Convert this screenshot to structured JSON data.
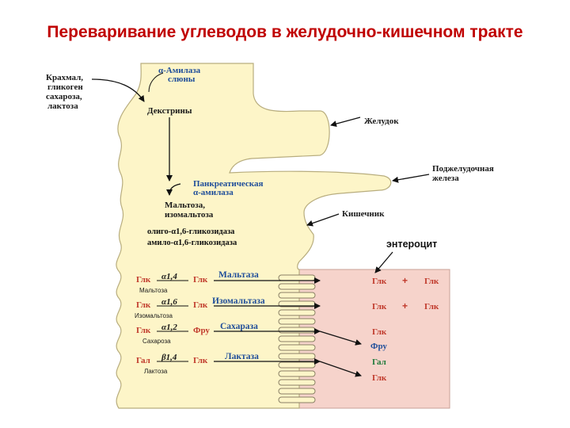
{
  "title": "Переваривание углеводов в желудочно-кишечном тракте",
  "labels": {
    "substrates": [
      "Крахмал,",
      "гликоген",
      "сахароза,",
      "лактоза"
    ],
    "salivary_amylase": [
      "α-Амилаза",
      "слюны"
    ],
    "dextrins": "Декстрины",
    "stomach": "Желудок",
    "pancreas": [
      "Поджелудочная",
      "железа"
    ],
    "pancreatic_amylase": [
      "Панкреатическая",
      "α-амилаза"
    ],
    "maltose_isomaltose": [
      "Мальтоза,",
      "изомальтоза"
    ],
    "intestine": "Кишечник",
    "glucosidases": [
      "олиго-α1,6-гликозидаза",
      "амило-α1,6-гликозидаза"
    ],
    "enterocyte": "энтероцит"
  },
  "disaccharides": [
    {
      "left": "Глк",
      "bond": "α1,4",
      "right": "Глк",
      "name": "Мальтоза",
      "enzyme": "Мальтаза",
      "products": [
        "Глк",
        "+",
        "Глк"
      ]
    },
    {
      "left": "Глк",
      "bond": "α1,6",
      "right": "Глк",
      "name": "Изомальтоза",
      "enzyme": "Изомальтаза",
      "products": [
        "Глк",
        "+",
        "Глк"
      ]
    },
    {
      "left": "Глк",
      "bond": "α1,2",
      "right": "Фру",
      "name": "Сахароза",
      "enzyme": "Сахараза",
      "products": [
        "Глк",
        "Фру"
      ]
    },
    {
      "left": "Гал",
      "bond": "β1,4",
      "right": "Глк",
      "name": "Лактоза",
      "enzyme": "Лактаза",
      "products": [
        "Гал",
        "Глк"
      ]
    }
  ],
  "colors": {
    "title": "#c00000",
    "tract": "#fdf5c8",
    "enterocyte": "#f6d3cb",
    "enzyme_text": "#1f4e9a",
    "product_text": "#c0392b"
  }
}
